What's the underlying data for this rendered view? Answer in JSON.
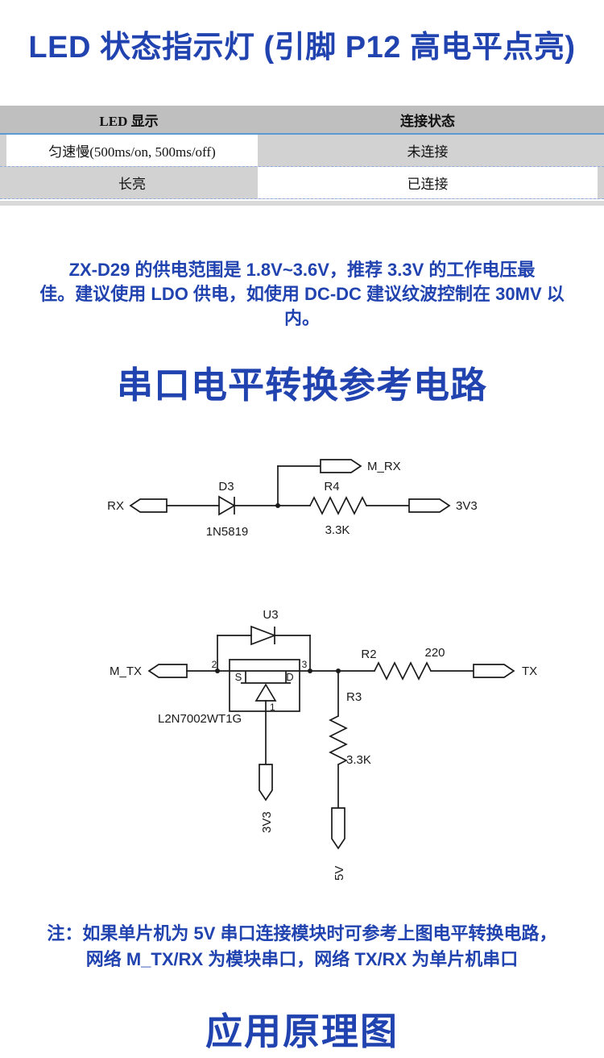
{
  "colors": {
    "accent": "#2143b0",
    "table_header_bg": "#bfbfbf",
    "table_cell_gray": "#d2d2d2",
    "table_strip": "#d9d9d9",
    "line_blue": "#5b9bd5",
    "dash_blue": "#8faadc"
  },
  "title": "LED 状态指示灯 (引脚 P12 高电平点亮)",
  "table": {
    "headers": [
      "LED 显示",
      "连接状态"
    ],
    "rows": [
      {
        "led": "匀速慢(500ms/on, 500ms/off)",
        "status": "未连接"
      },
      {
        "led": "长亮",
        "status": "已连接"
      }
    ]
  },
  "power_note": {
    "lines": [
      "ZX-D29 的供电范围是 1.8V~3.6V，推荐 3.3V 的工作电压最",
      "佳。建议使用 LDO 供电，如使用 DC-DC 建议纹波控制在 30MV 以",
      "内。"
    ]
  },
  "section_title": "串口电平转换参考电路",
  "schematic": {
    "rx": "RX",
    "m_rx": "M_RX",
    "v33_top": "3V3",
    "d3_ref": "D3",
    "d3_part": "1N5819",
    "r4_ref": "R4",
    "r4_val": "3.3K",
    "u3_ref": "U3",
    "m_tx": "M_TX",
    "tx": "TX",
    "pin_2": "2",
    "pin_3": "3",
    "pin_1": "1",
    "pad_s": "S",
    "pad_d": "D",
    "mosfet_part": "L2N7002WT1G",
    "r2_ref": "R2",
    "r2_val": "220",
    "r3_ref": "R3",
    "r3_val": "3.3K",
    "v33_bottom": "3V3",
    "v5": "5V"
  },
  "bottom_note": {
    "lines": [
      "注：如果单片机为 5V 串口连接模块时可参考上图电平转换电路，",
      "网络 M_TX/RX 为模块串口，网络 TX/RX 为单片机串口"
    ]
  },
  "bottom_title": "应用原理图"
}
